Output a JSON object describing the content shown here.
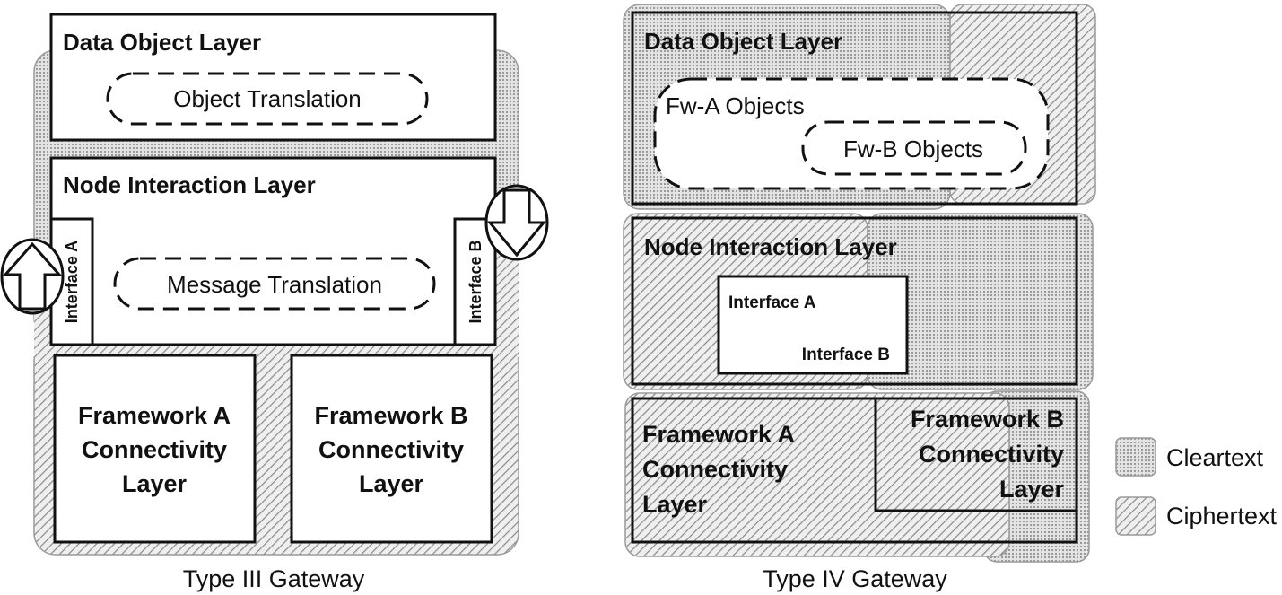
{
  "type3": {
    "caption": "Type III Gateway",
    "data_object_layer": "Data Object Layer",
    "object_translation": "Object Translation",
    "node_interaction_layer": "Node Interaction Layer",
    "interface_a": "Interface A",
    "interface_b": "Interface B",
    "message_translation": "Message Translation",
    "framework_a": [
      "Framework A",
      "Connectivity",
      "Layer"
    ],
    "framework_b": [
      "Framework B",
      "Connectivity",
      "Layer"
    ]
  },
  "type4": {
    "caption": "Type IV Gateway",
    "data_object_layer": "Data Object Layer",
    "fw_a_objects": "Fw-A Objects",
    "fw_b_objects": "Fw-B Objects",
    "node_interaction_layer": "Node Interaction Layer",
    "interface_a": "Interface A",
    "interface_b": "Interface B",
    "framework_a": [
      "Framework A",
      "Connectivity",
      "Layer"
    ],
    "framework_b": [
      "Framework B",
      "Connectivity",
      "Layer"
    ]
  },
  "legend": {
    "cleartext": "Cleartext",
    "ciphertext": "Ciphertext"
  },
  "colors": {
    "stroke": "#111111",
    "pattern_fill": "#d9d9d9",
    "pattern_line": "#8a8a8a"
  }
}
